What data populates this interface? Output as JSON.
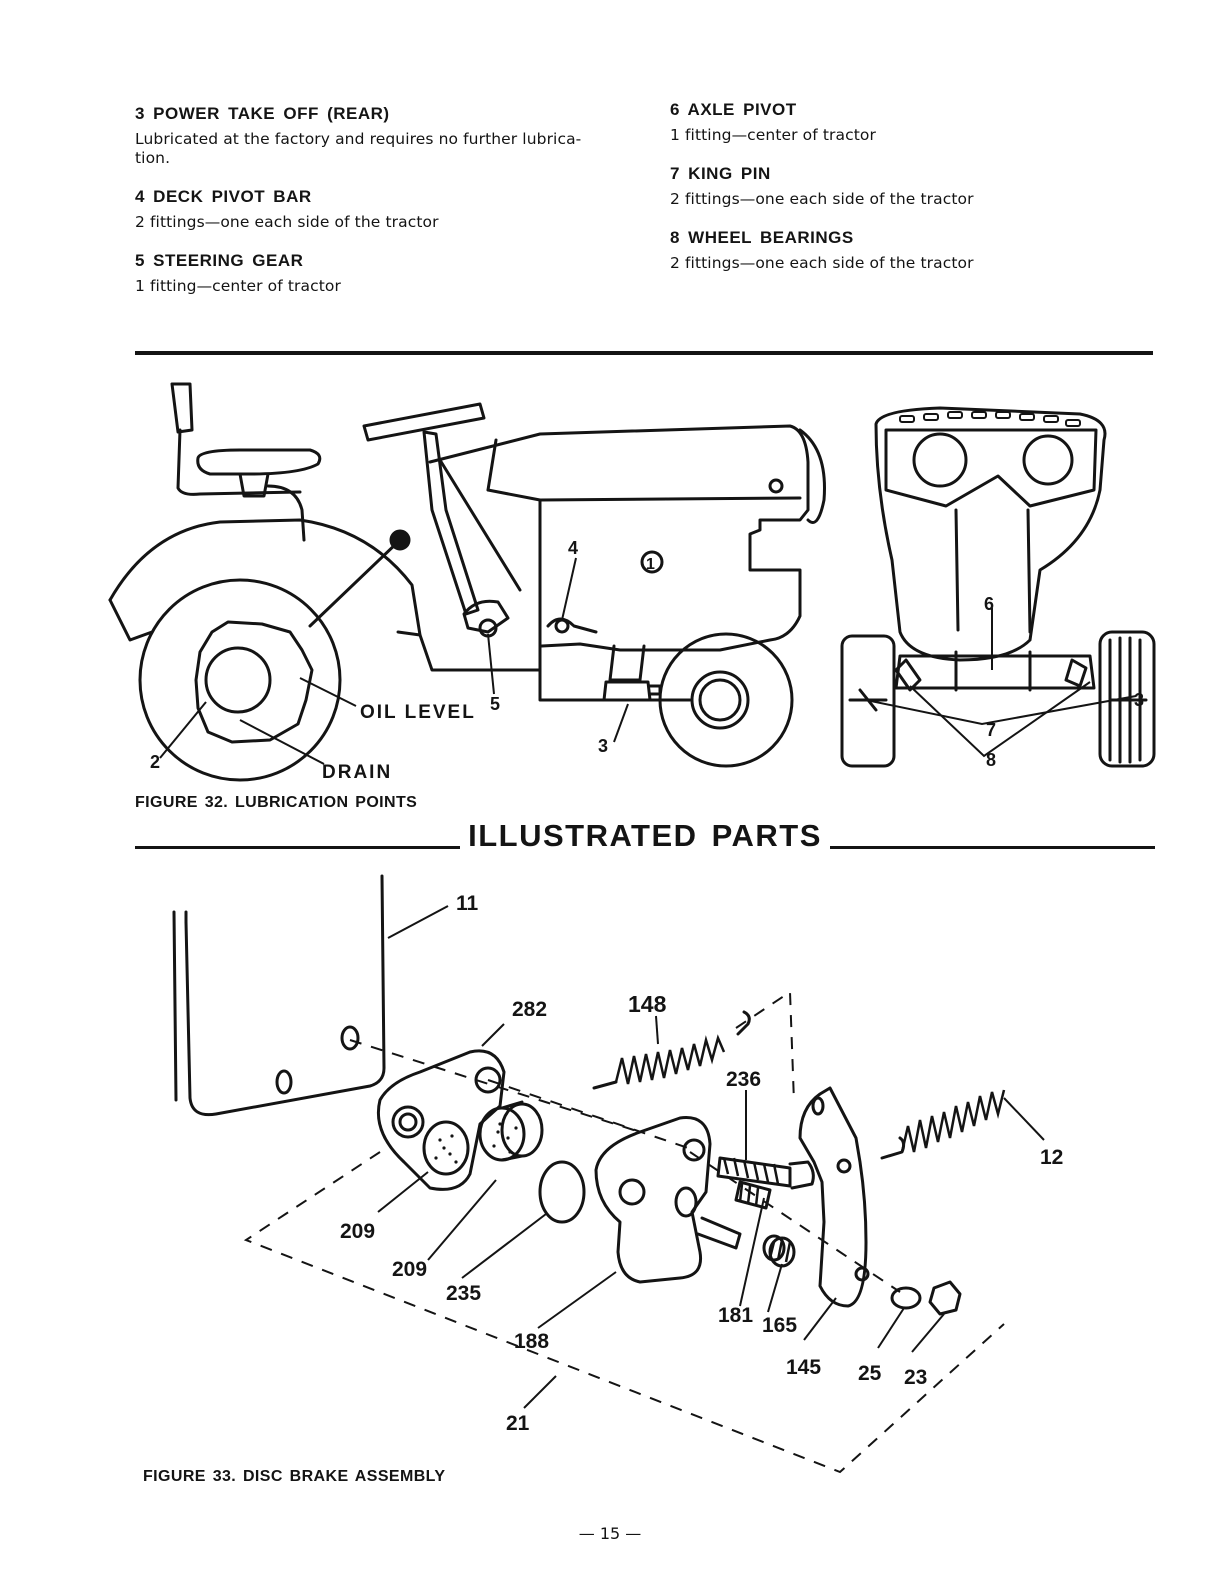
{
  "left_sections": [
    {
      "title": "3 POWER TAKE OFF (REAR)",
      "body": "Lubricated at the factory and requires no further lubrica- tion."
    },
    {
      "title": "4 DECK PIVOT BAR",
      "body": "2 fittings—one each side of the tractor"
    },
    {
      "title": "5 STEERING GEAR",
      "body": "1 fitting—center of tractor"
    }
  ],
  "right_sections": [
    {
      "title": "6 AXLE PIVOT",
      "body": "1 fitting—center of tractor"
    },
    {
      "title": "7 KING PIN",
      "body": "2 fittings—one each side of the tractor"
    },
    {
      "title": "8 WHEEL BEARINGS",
      "body": "2 fittings—one each side of the tractor"
    }
  ],
  "figure32": {
    "caption": "FIGURE 32. LUBRICATION POINTS",
    "labels": {
      "oil_level": "OIL LEVEL",
      "drain": "DRAIN",
      "p1": "1",
      "p2": "2",
      "p3": "3",
      "p3b": "3",
      "p4": "4",
      "p5": "5",
      "p6": "6",
      "p7": "7",
      "p8": "8"
    }
  },
  "section_heading": "ILLUSTRATED PARTS",
  "figure33": {
    "caption": "FIGURE 33. DISC BRAKE ASSEMBLY",
    "parts": {
      "p11": "11",
      "p282": "282",
      "p148": "148",
      "p236": "236",
      "p12": "12",
      "p209a": "209",
      "p209b": "209",
      "p235": "235",
      "p188": "188",
      "p181": "181",
      "p165": "165",
      "p145": "145",
      "p25": "25",
      "p23": "23",
      "p21": "21"
    }
  },
  "page_number": "— 15 —"
}
